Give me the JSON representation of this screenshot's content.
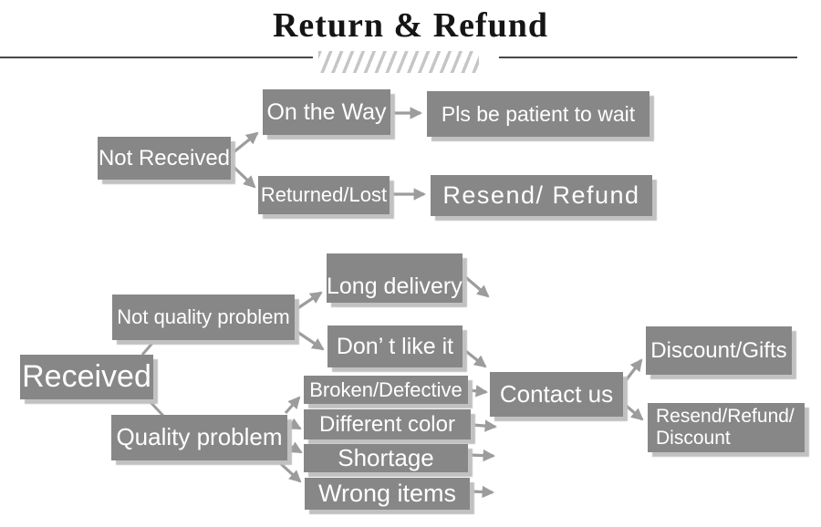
{
  "title": "Return & Refund",
  "colors": {
    "box": "#878787",
    "box_text": "#ffffff",
    "arrow": "#9c9c9c",
    "shadow": "#c1c1c1",
    "title_text": "#151515",
    "hatch": "#c6c6c6"
  },
  "flowchart": {
    "nodes": {
      "not_received": {
        "label": "Not Received"
      },
      "on_the_way": {
        "label": "On the Way"
      },
      "pls_wait": {
        "label": "Pls be patient to wait"
      },
      "returned_lost": {
        "label": "Returned/Lost"
      },
      "resend_refund": {
        "label": "Resend/ Refund"
      },
      "received": {
        "label": "Received"
      },
      "not_quality": {
        "label": "Not quality problem"
      },
      "long_delivery": {
        "label": "Long delivery"
      },
      "dont_like": {
        "label": "Don’ t like it"
      },
      "quality": {
        "label": "Quality problem"
      },
      "broken": {
        "label": "Broken/Defective"
      },
      "different_color": {
        "label": "Different color"
      },
      "shortage": {
        "label": "Shortage"
      },
      "wrong_items": {
        "label": "Wrong items"
      },
      "contact_us": {
        "label": "Contact us"
      },
      "discount_gifts": {
        "label": "Discount/Gifts"
      },
      "resend_refund_discount": {
        "label": "Resend/Refund/\nDiscount"
      }
    }
  }
}
